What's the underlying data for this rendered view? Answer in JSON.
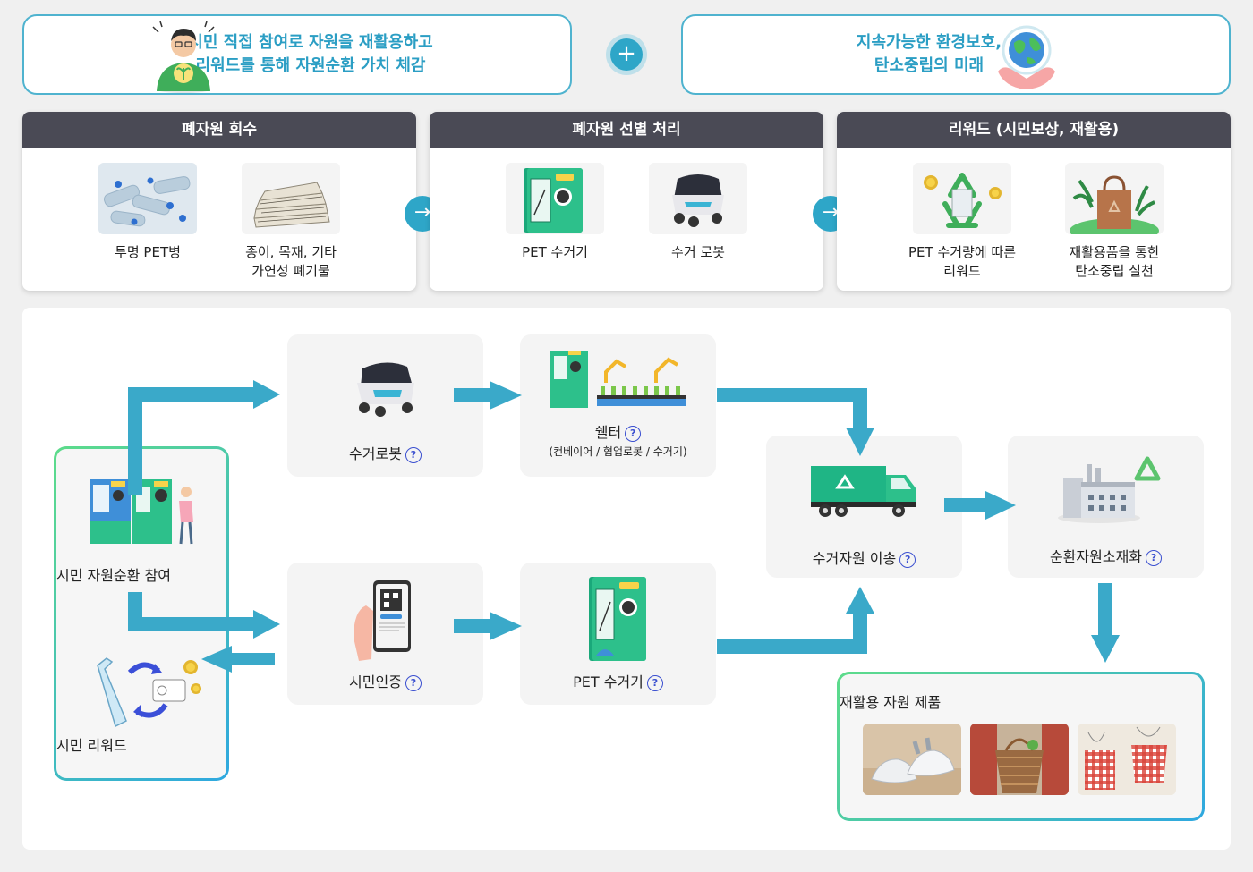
{
  "banners": {
    "left_text": [
      "시민 직접 참여로 자원을 재활용하고",
      "리워드를 통해 자원순환 가치 체감"
    ],
    "right_text": [
      "지속가능한 환경보호,",
      "탄소중립의 미래"
    ],
    "plus_symbol": "+"
  },
  "panels": [
    {
      "title": "폐자원 회수",
      "items": [
        {
          "label": [
            "투명 PET병"
          ],
          "icon": "pet-bottles-photo"
        },
        {
          "label": [
            "종이, 목재, 기타",
            "가연성 폐기물"
          ],
          "icon": "waste-paper-photo"
        }
      ]
    },
    {
      "title": "폐자원 선별 처리",
      "items": [
        {
          "label": [
            "PET 수거기"
          ],
          "icon": "pet-collector-icon"
        },
        {
          "label": [
            "수거 로봇"
          ],
          "icon": "collection-robot-icon"
        }
      ]
    },
    {
      "title": "리워드 (시민보상, 재활용)",
      "items": [
        {
          "label": [
            "PET 수거량에 따른",
            "리워드"
          ],
          "icon": "reward-recycle-icon"
        },
        {
          "label": [
            "재활용품을 통한",
            "탄소중립 실천"
          ],
          "icon": "eco-bag-icon"
        }
      ]
    }
  ],
  "flow": {
    "citizen_participation": "시민 자원순환 참여",
    "citizen_reward": "시민 리워드",
    "collection_robot": "수거로봇",
    "shelter": "쉘터",
    "shelter_sub": "(컨베이어 / 협업로봇 / 수거기)",
    "citizen_auth": "시민인증",
    "pet_collector": "PET 수거기",
    "transport": "수거자원 이송",
    "recycling": "순환자원소재화",
    "products_title": "재활용 자원 제품",
    "help_symbol": "?"
  },
  "colors": {
    "accent": "#2ea6c8",
    "arrow": "#3aa9c9",
    "help": "#3a4fd0",
    "panel_header": "#4a4a55"
  }
}
